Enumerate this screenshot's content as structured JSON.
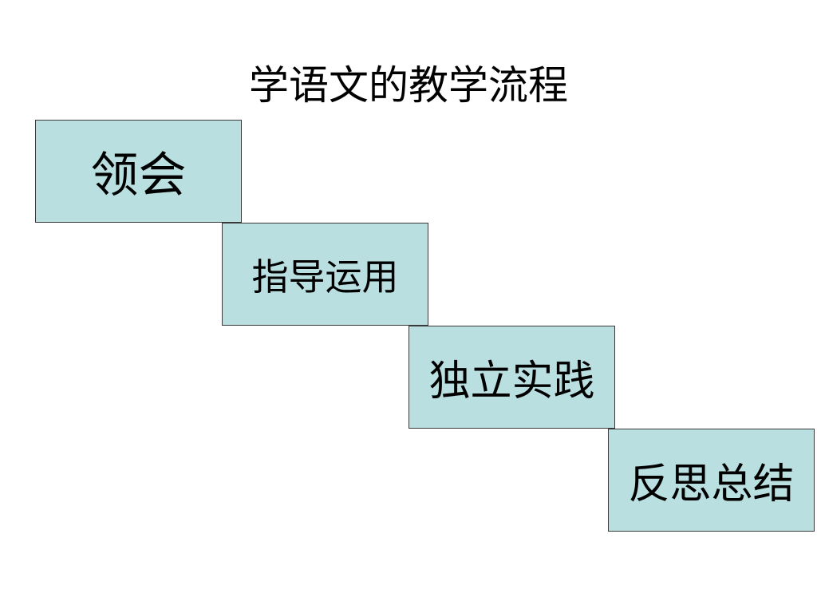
{
  "title": "学语文的教学流程",
  "colors": {
    "box_fill": "#b9dfe1",
    "box_border": "#3a3a3a",
    "text": "#000000",
    "background": "#ffffff"
  },
  "steps": [
    {
      "label": "领会"
    },
    {
      "label": "指导运用"
    },
    {
      "label": "独立实践"
    },
    {
      "label": "反思总结"
    }
  ]
}
